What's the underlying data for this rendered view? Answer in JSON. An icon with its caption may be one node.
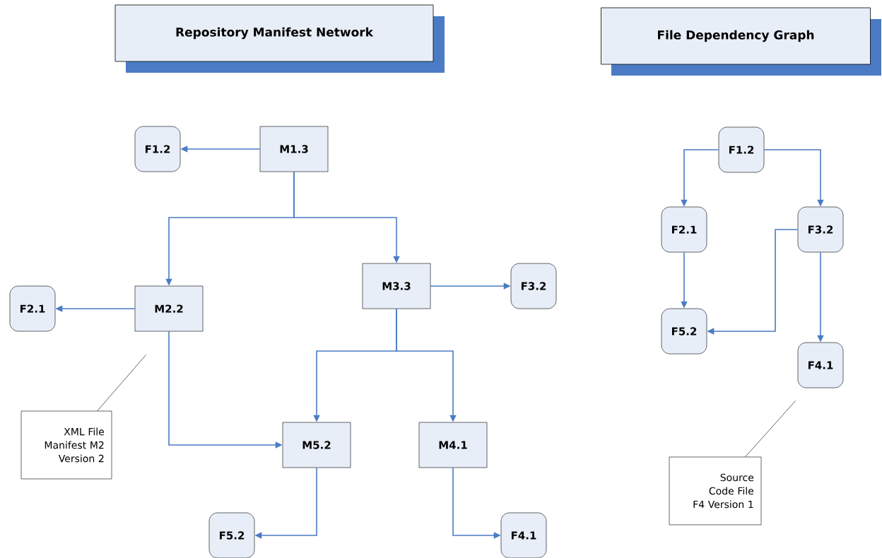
{
  "diagram": {
    "nodes": [
      {
        "text": [
          "Repository Manifest Network"
        ]
      },
      {
        "text": [
          "M1.3"
        ]
      },
      {
        "text": [
          "F1.2"
        ]
      },
      {
        "text": [
          "M2.2"
        ]
      },
      {
        "text": [
          "F2.1"
        ]
      },
      {
        "text": [
          "M3.3"
        ]
      },
      {
        "text": [
          "F3.2"
        ]
      },
      {
        "text": [
          "M5.2"
        ]
      },
      {
        "text": [
          "M4.1"
        ]
      },
      {
        "text": [
          "F5.2"
        ]
      },
      {
        "text": [
          "F4.1"
        ]
      },
      {
        "text": [
          "XML File Manifest M2 Version 2"
        ]
      },
      {
        "text": [
          "File Dependency Graph"
        ]
      },
      {
        "text": [
          "F1.2"
        ]
      },
      {
        "text": [
          "F2.1"
        ]
      },
      {
        "text": [
          "F3.2"
        ]
      },
      {
        "text": [
          "F5.2"
        ]
      },
      {
        "text": [
          "F4.1"
        ]
      },
      {
        "text": [
          "Source Code File F4 Version 1"
        ]
      }
    ],
    "edges": [
      {
        "from": 1,
        "to": 2,
        "arrow": "to"
      },
      {
        "from": 1,
        "to": 3,
        "arrow": "to"
      },
      {
        "from": 1,
        "to": 5,
        "arrow": "to"
      },
      {
        "from": 3,
        "to": 4,
        "arrow": "to"
      },
      {
        "from": 5,
        "to": 6,
        "arrow": "to"
      },
      {
        "from": 3,
        "to": 7,
        "arrow": "to"
      },
      {
        "from": 5,
        "to": 7,
        "arrow": "to"
      },
      {
        "from": 5,
        "to": 8,
        "arrow": "to"
      },
      {
        "from": 7,
        "to": 9,
        "arrow": "to"
      },
      {
        "from": 8,
        "to": 10,
        "arrow": "to"
      },
      {
        "from": 11,
        "to": 3,
        "arrow": "none",
        "color": "#000000"
      },
      {
        "from": 13,
        "to": 14,
        "arrow": "to"
      },
      {
        "from": 13,
        "to": 15,
        "arrow": "to"
      },
      {
        "from": 14,
        "to": 16,
        "arrow": "to"
      },
      {
        "from": 15,
        "to": 16,
        "arrow": "to"
      },
      {
        "from": 15,
        "to": 17,
        "arrow": "to"
      },
      {
        "from": 18,
        "to": 17,
        "arrow": "none",
        "color": "#000000"
      }
    ]
  }
}
